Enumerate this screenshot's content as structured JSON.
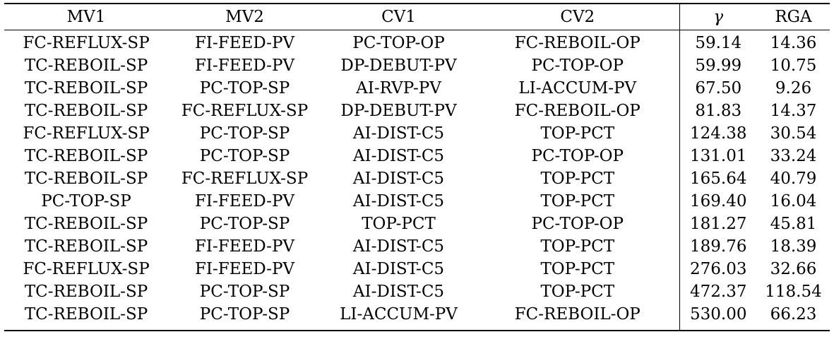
{
  "table": {
    "headers": [
      "MV1",
      "MV2",
      "CV1",
      "CV2",
      "γ",
      "RGA"
    ],
    "rows": [
      [
        "FC-REFLUX-SP",
        "FI-FEED-PV",
        "PC-TOP-OP",
        "FC-REBOIL-OP",
        "59.14",
        "14.36"
      ],
      [
        "TC-REBOIL-SP",
        "FI-FEED-PV",
        "DP-DEBUT-PV",
        "PC-TOP-OP",
        "59.99",
        "10.75"
      ],
      [
        "TC-REBOIL-SP",
        "PC-TOP-SP",
        "AI-RVP-PV",
        "LI-ACCUM-PV",
        "67.50",
        "9.26"
      ],
      [
        "TC-REBOIL-SP",
        "FC-REFLUX-SP",
        "DP-DEBUT-PV",
        "FC-REBOIL-OP",
        "81.83",
        "14.37"
      ],
      [
        "FC-REFLUX-SP",
        "PC-TOP-SP",
        "AI-DIST-C5",
        "TOP-PCT",
        "124.38",
        "30.54"
      ],
      [
        "TC-REBOIL-SP",
        "PC-TOP-SP",
        "AI-DIST-C5",
        "PC-TOP-OP",
        "131.01",
        "33.24"
      ],
      [
        "TC-REBOIL-SP",
        "FC-REFLUX-SP",
        "AI-DIST-C5",
        "TOP-PCT",
        "165.64",
        "40.79"
      ],
      [
        "PC-TOP-SP",
        "FI-FEED-PV",
        "AI-DIST-C5",
        "TOP-PCT",
        "169.40",
        "16.04"
      ],
      [
        "TC-REBOIL-SP",
        "PC-TOP-SP",
        "TOP-PCT",
        "PC-TOP-OP",
        "181.27",
        "45.81"
      ],
      [
        "TC-REBOIL-SP",
        "FI-FEED-PV",
        "AI-DIST-C5",
        "TOP-PCT",
        "189.76",
        "18.39"
      ],
      [
        "FC-REFLUX-SP",
        "FI-FEED-PV",
        "AI-DIST-C5",
        "TOP-PCT",
        "276.03",
        "32.66"
      ],
      [
        "TC-REBOIL-SP",
        "PC-TOP-SP",
        "AI-DIST-C5",
        "TOP-PCT",
        "472.37",
        "118.54"
      ],
      [
        "TC-REBOIL-SP",
        "PC-TOP-SP",
        "LI-ACCUM-PV",
        "FC-REBOIL-OP",
        "530.00",
        "66.23"
      ]
    ]
  }
}
